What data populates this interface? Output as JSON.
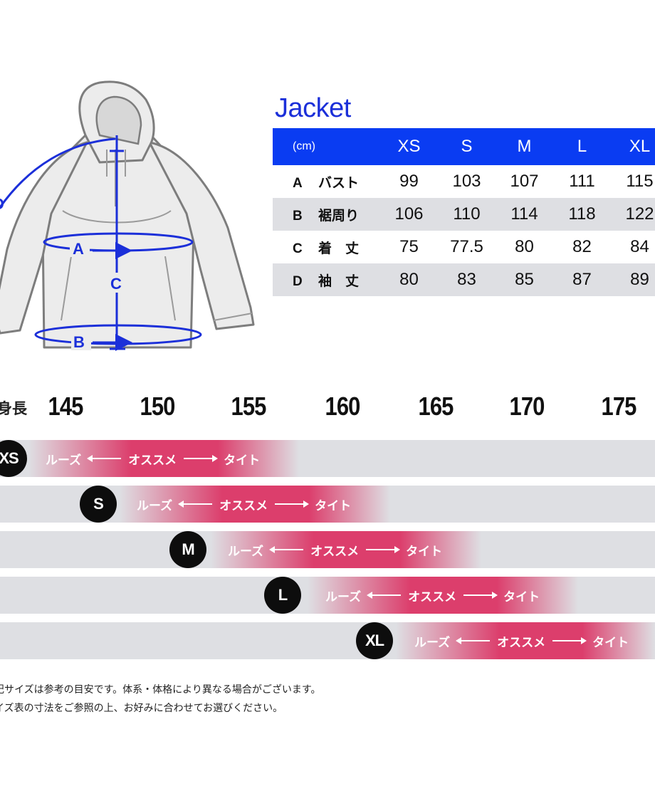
{
  "title": "Jacket",
  "table": {
    "unit": "(cm)",
    "sizes": [
      "XS",
      "S",
      "M",
      "L",
      "XL"
    ],
    "rows": [
      {
        "key": "A",
        "name": "バスト",
        "values": [
          "99",
          "103",
          "107",
          "111",
          "115"
        ]
      },
      {
        "key": "B",
        "name": "裾周り",
        "values": [
          "106",
          "110",
          "114",
          "118",
          "122"
        ]
      },
      {
        "key": "C",
        "name": "着　丈",
        "values": [
          "75",
          "77.5",
          "80",
          "82",
          "84"
        ]
      },
      {
        "key": "D",
        "name": "袖　丈",
        "values": [
          "80",
          "83",
          "85",
          "87",
          "89"
        ]
      }
    ]
  },
  "diagram": {
    "labels": {
      "a": "A",
      "b": "B",
      "c": "C",
      "d": "D"
    },
    "line_color": "#1b2fd9"
  },
  "height_chart": {
    "label": "身長",
    "heights": [
      "145",
      "150",
      "155",
      "160",
      "165",
      "170",
      "175"
    ],
    "fit_labels": {
      "loose": "ルーズ",
      "recommended": "オススメ",
      "tight": "タイト"
    },
    "bands": [
      "XS",
      "S",
      "M",
      "L",
      "XL"
    ],
    "colors": {
      "band": "#dedfe3",
      "recommended": "#dc3e6c",
      "badge": "#0d0d0d"
    }
  },
  "notes": [
    "記サイズは参考の目安です。体系・体格により異なる場合がございます。",
    "イズ表の寸法をご参照の上、お好みに合わせてお選びください。"
  ]
}
